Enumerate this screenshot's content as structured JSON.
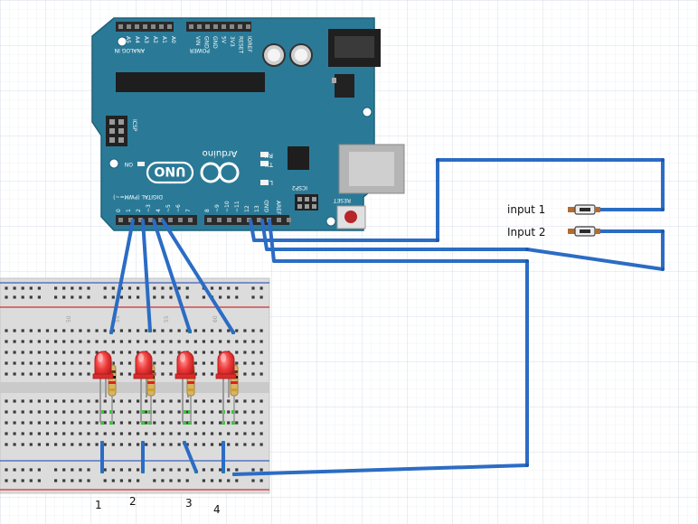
{
  "board": {
    "brand": "Arduino",
    "model": "UNO",
    "on_label": "ON",
    "tx_label": "TX",
    "rx_label": "RX",
    "l_label": "L",
    "reset_label": "RESET",
    "icsp_label": "ICSP",
    "icsp2_label": "ICSP2",
    "digital_label": "DIGITAL (PWM=~)",
    "analog_label": "ANALOG IN",
    "power_label": "POWER",
    "aref_label": "AREF",
    "power_pins": [
      "IOREF",
      "RESET",
      "3V3",
      "5V",
      "GND",
      "GND",
      "VIN"
    ],
    "analog_pins": [
      "A0",
      "A1",
      "A2",
      "A3",
      "A4",
      "A5"
    ],
    "digital_pins": [
      "0",
      "1",
      "2",
      "~3",
      "4",
      "~5",
      "~6",
      "7",
      "8",
      "~9",
      "~10",
      "~11",
      "12",
      "13",
      "GND"
    ]
  },
  "inputs": [
    {
      "label": "input 1"
    },
    {
      "label": "Input 2"
    }
  ],
  "led_labels": [
    "1",
    "2",
    "3",
    "4"
  ],
  "breadboard": {
    "column_numbers": [
      "50",
      "55",
      "55",
      "60"
    ]
  },
  "colors": {
    "board": "#2a7a97",
    "wire": "#2b6cc4",
    "led": "#e62a2a",
    "breadboard": "#dedede"
  }
}
